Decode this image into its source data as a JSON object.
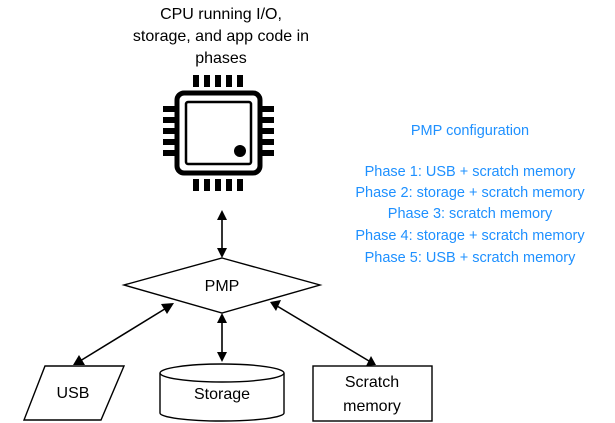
{
  "cpu": {
    "caption_lines": [
      "CPU running I/O,",
      "storage, and app code in",
      "phases"
    ],
    "icon": "cpu-chip-icon"
  },
  "pmp": {
    "label": "PMP"
  },
  "usb": {
    "label": "USB"
  },
  "storage": {
    "label": "Storage"
  },
  "scratch": {
    "label_lines": [
      "Scratch",
      "memory"
    ]
  },
  "config": {
    "title": "PMP configuration",
    "phases": [
      "Phase 1: USB + scratch memory",
      "Phase 2: storage + scratch memory",
      "Phase 3: scratch memory",
      "Phase 4: storage + scratch memory",
      "Phase 5: USB + scratch memory"
    ],
    "color": "#1e90ff"
  }
}
